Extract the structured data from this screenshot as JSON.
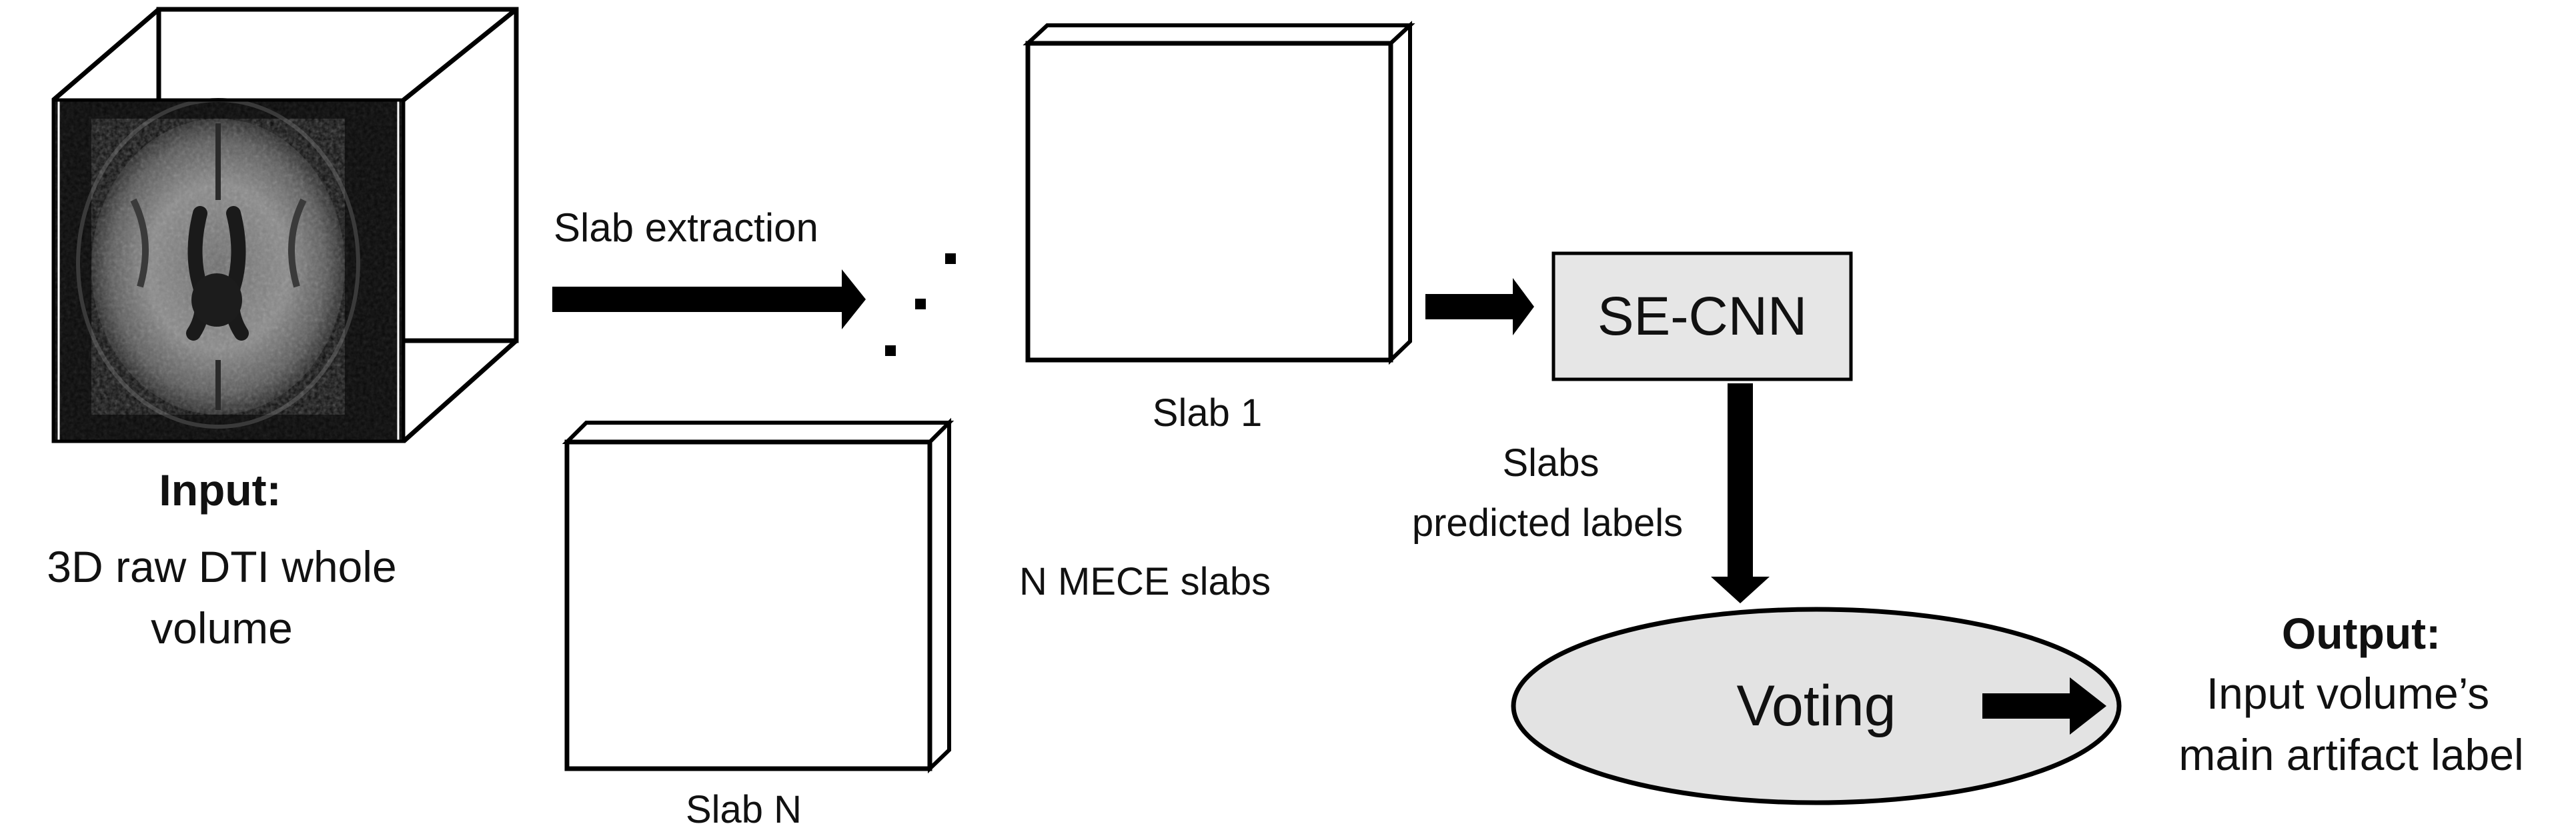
{
  "input": {
    "heading": "Input:",
    "line1": "3D raw DTI whole",
    "line2": "volume"
  },
  "extraction": {
    "label": "Slab extraction"
  },
  "slabs": {
    "slab1_label": "Slab 1",
    "slabN_label": "Slab N",
    "group_label": "N MECE slabs"
  },
  "model": {
    "label": "SE-CNN",
    "fill_color": "#e6e6e6"
  },
  "predictions": {
    "line1": "Slabs",
    "line2": "predicted labels"
  },
  "voting": {
    "label": "Voting",
    "fill_color": "#e3e3e3"
  },
  "output": {
    "heading": "Output:",
    "line1": "Input volume’s",
    "line2": "main artifact label"
  },
  "colors": {
    "stroke": "#000000",
    "background": "#ffffff",
    "scan_background": "#0a0a0a"
  },
  "icons": {
    "brain_scan": "brain-mri-slice-icon"
  }
}
